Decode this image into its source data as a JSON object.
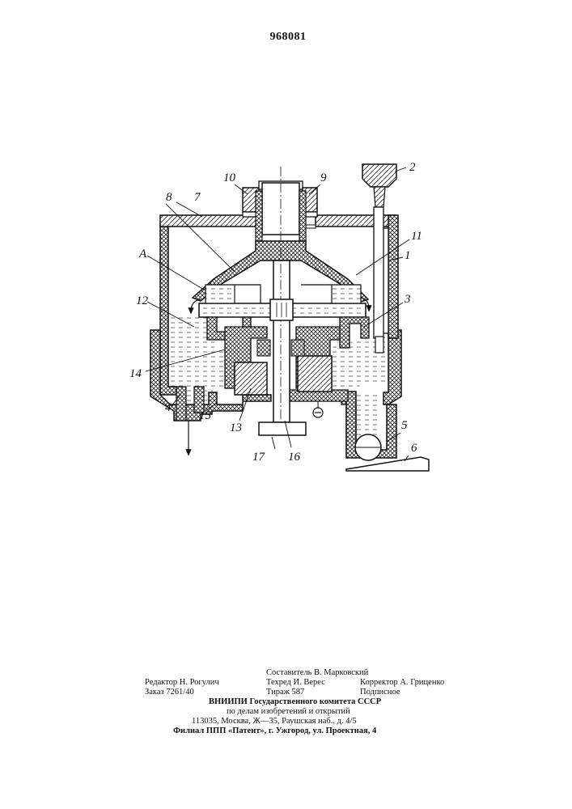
{
  "document": {
    "page_number": "968081"
  },
  "figure": {
    "labels": {
      "l1": "1",
      "l2": "2",
      "l3": "3",
      "l4": "4",
      "l5": "5",
      "l6": "6",
      "l7": "7",
      "l8": "8",
      "l9": "9",
      "l10": "10",
      "l11": "11",
      "l12": "12",
      "l13": "13",
      "l14": "14",
      "l15": "15",
      "l16": "16",
      "l17": "17",
      "lA": "A"
    }
  },
  "imprint": {
    "compiler": "Составитель В. Марковский",
    "editor": "Редактор Н. Рогулич",
    "techred": "Техред И. Верес",
    "corrector": "Корректор А. Гриценко",
    "order": "Заказ 7261/40",
    "circulation": "Тираж 587",
    "subscription": "Подписное",
    "org_line1": "ВНИИПИ   Государственного   комитета  СССР",
    "org_line2": "по   делам   изобретений   и   открытий",
    "address": "113035,   Москва,   Ж—35,   Раушская   наб.,   д.   4/5",
    "branch": "Филиал  ППП  «Патент»,  г.  Ужгород,  ул.  Проектная,  4"
  }
}
